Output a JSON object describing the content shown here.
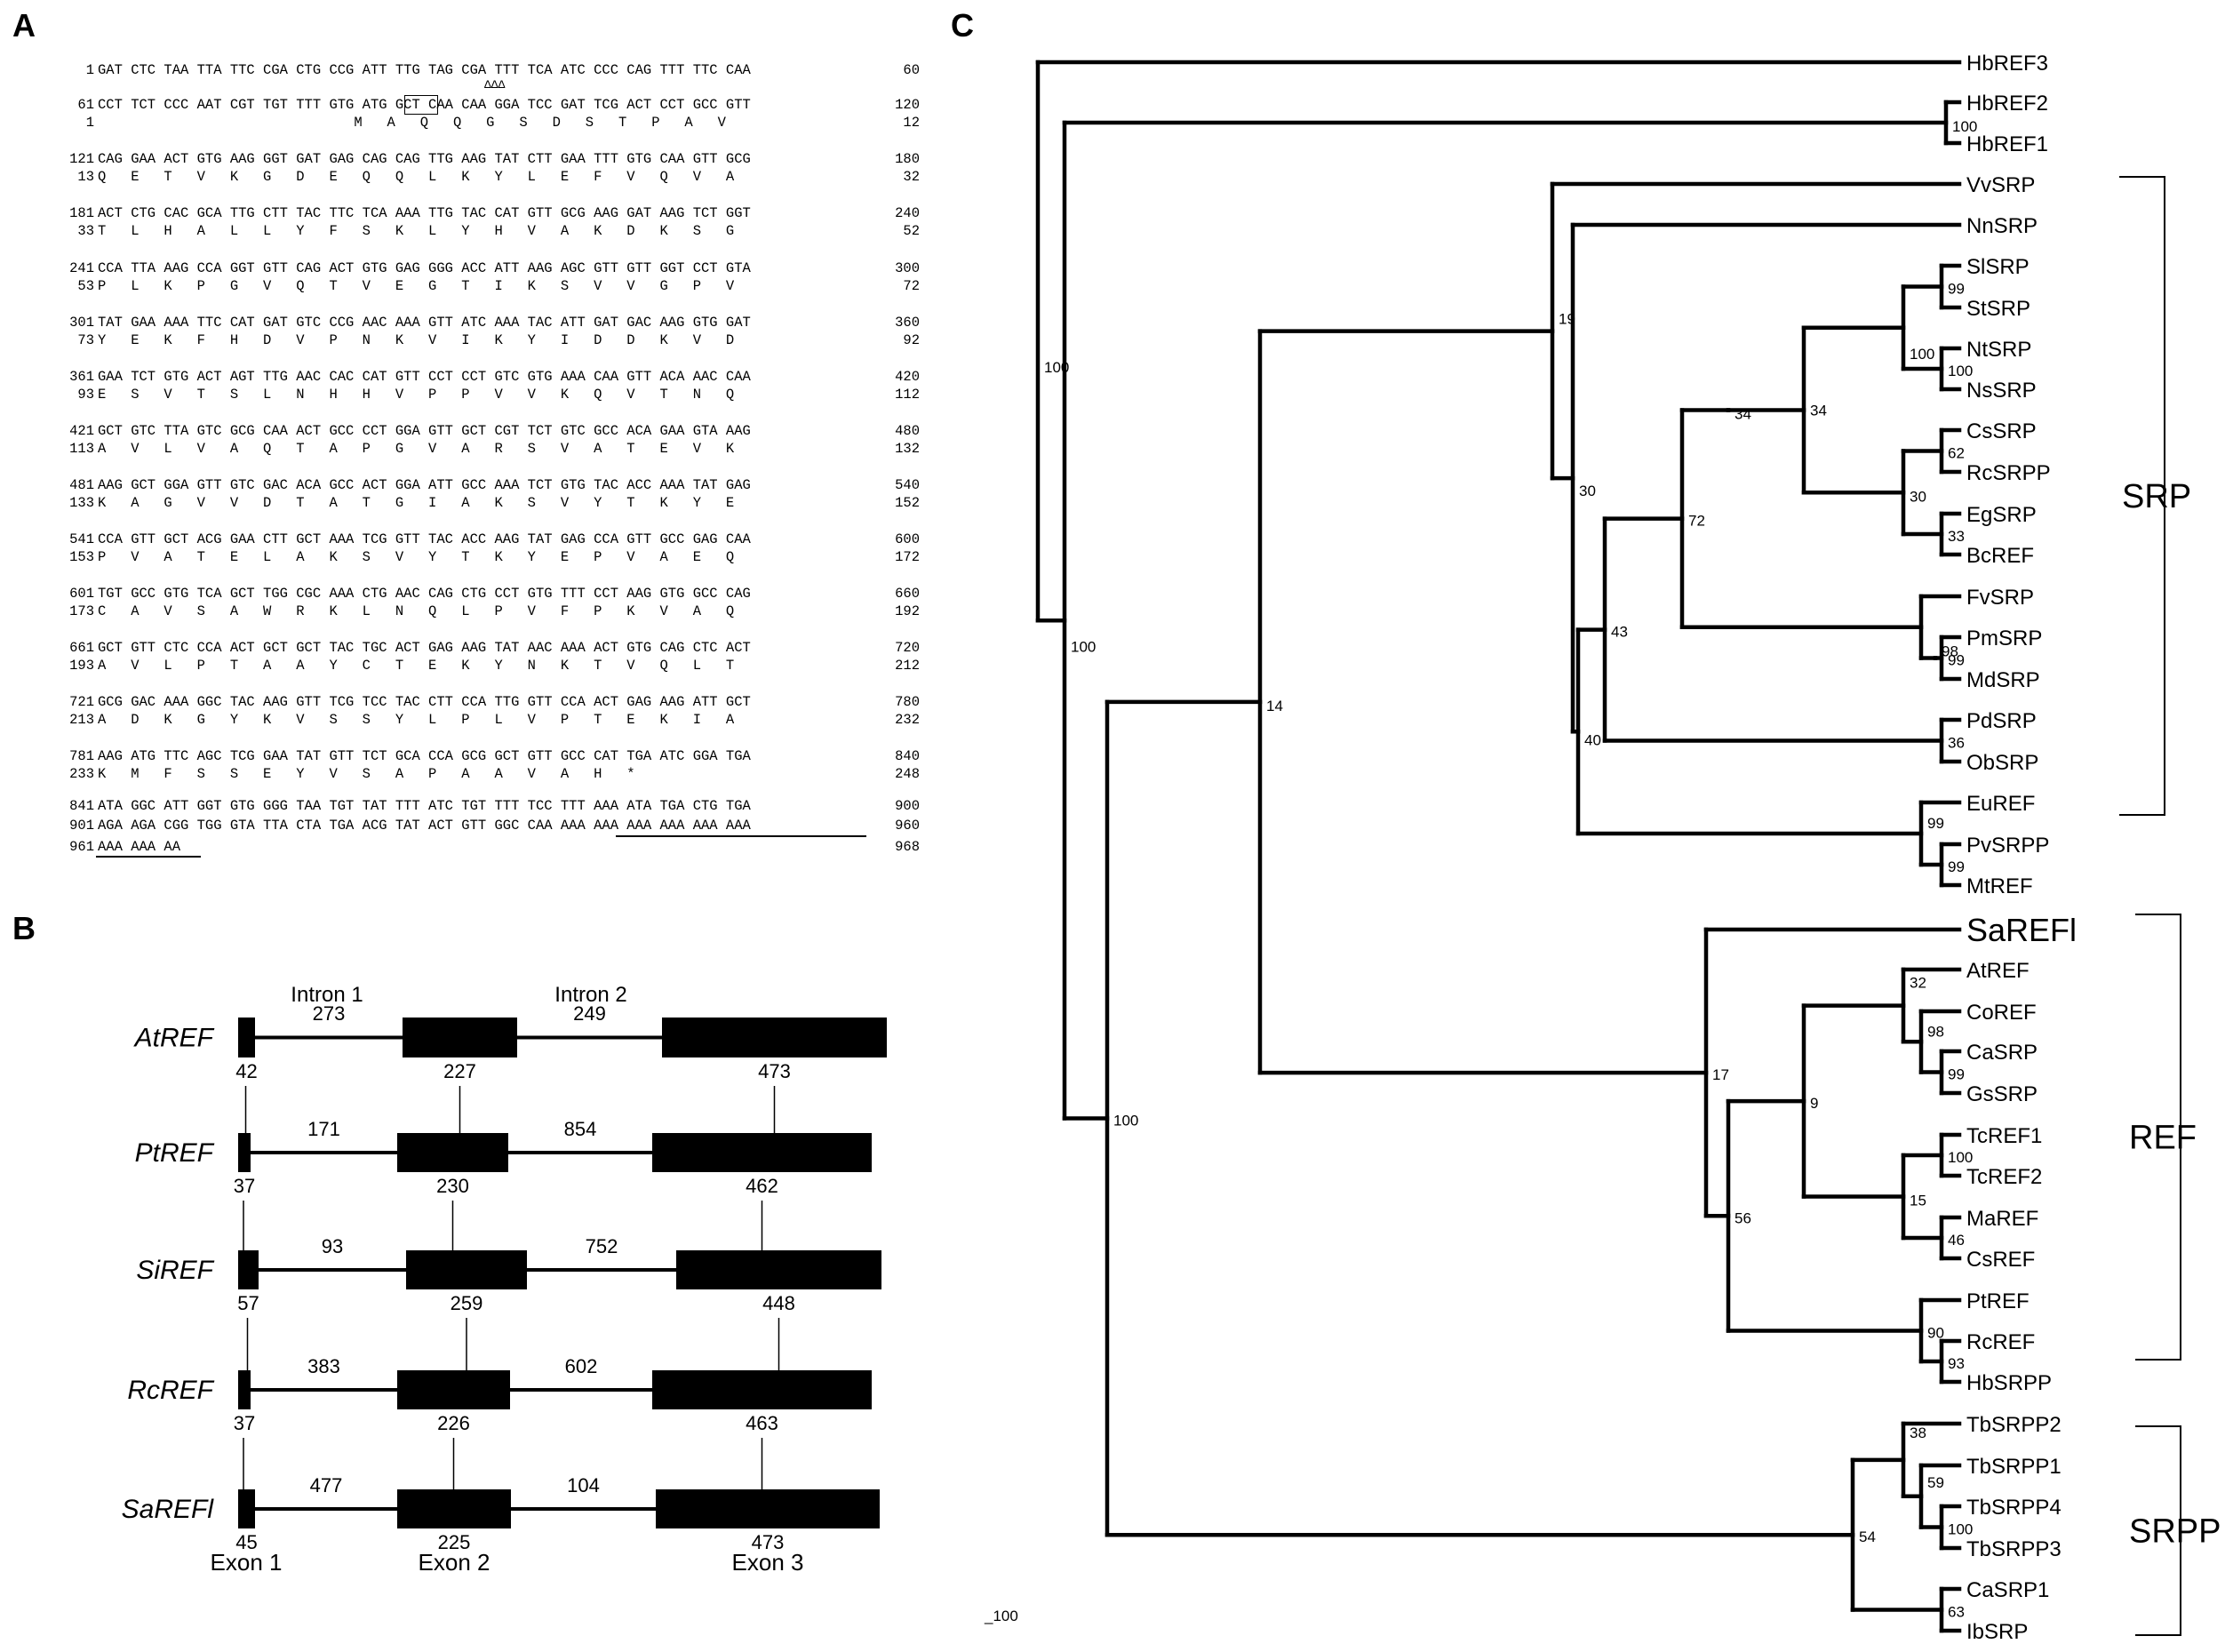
{
  "panels": {
    "a": "A",
    "b": "B",
    "c": "C"
  },
  "panel_a": {
    "rows": [
      {
        "nt_start": "1",
        "nt_seq": "GAT CTC TAA TTA TTC CGA CTG CCG ATT TTG TAG CGA TTT TCA ATC CCC CAG TTT TTC CAA",
        "nt_end": "60",
        "aa_start": "",
        "aa_seq": "",
        "aa_end": "",
        "mark": "ΔΔΔ"
      },
      {
        "nt_start": "61",
        "nt_seq": "CCT TCT CCC AAT CGT TGT TTT GTG ATG GCT CAA CAA GGA TCC GAT TCG ACT CCT GCC GTT",
        "nt_end": "120",
        "aa_start": "1",
        "aa_seq": "                               M   A   Q   Q   G   S   D   S   T   P   A   V",
        "aa_end": "12"
      },
      {
        "nt_start": "121",
        "nt_seq": "CAG GAA ACT GTG AAG GGT GAT GAG CAG CAG TTG AAG TAT CTT GAA TTT GTG CAA GTT GCG",
        "nt_end": "180",
        "aa_start": "13",
        "aa_seq": "Q   E   T   V   K   G   D   E   Q   Q   L   K   Y   L   E   F   V   Q   V   A",
        "aa_end": "32"
      },
      {
        "nt_start": "181",
        "nt_seq": "ACT CTG CAC GCA TTG CTT TAC TTC TCA AAA TTG TAC CAT GTT GCG AAG GAT AAG TCT GGT",
        "nt_end": "240",
        "aa_start": "33",
        "aa_seq": "T   L   H   A   L   L   Y   F   S   K   L   Y   H   V   A   K   D   K   S   G",
        "aa_end": "52"
      },
      {
        "nt_start": "241",
        "nt_seq": "CCA TTA AAG CCA GGT GTT CAG ACT GTG GAG GGG ACC ATT AAG AGC GTT GTT GGT CCT GTA",
        "nt_end": "300",
        "aa_start": "53",
        "aa_seq": "P   L   K   P   G   V   Q   T   V   E   G   T   I   K   S   V   V   G   P   V",
        "aa_end": "72"
      },
      {
        "nt_start": "301",
        "nt_seq": "TAT GAA AAA TTC CAT GAT GTC CCG AAC AAA GTT ATC AAA TAC ATT GAT GAC AAG GTG GAT",
        "nt_end": "360",
        "aa_start": "73",
        "aa_seq": "Y   E   K   F   H   D   V   P   N   K   V   I   K   Y   I   D   D   K   V   D",
        "aa_end": "92"
      },
      {
        "nt_start": "361",
        "nt_seq": "GAA TCT GTG ACT AGT TTG AAC CAC CAT GTT CCT CCT GTC GTG AAA CAA GTT ACA AAC CAA",
        "nt_end": "420",
        "aa_start": "93",
        "aa_seq": "E   S   V   T   S   L   N   H   H   V   P   P   V   V   K   Q   V   T   N   Q",
        "aa_end": "112"
      },
      {
        "nt_start": "421",
        "nt_seq": "GCT GTC TTA GTC GCG CAA ACT GCC CCT GGA GTT GCT CGT TCT GTC GCC ACA GAA GTA AAG",
        "nt_end": "480",
        "aa_start": "113",
        "aa_seq": "A   V   L   V   A   Q   T   A   P   G   V   A   R   S   V   A   T   E   V   K",
        "aa_end": "132"
      },
      {
        "nt_start": "481",
        "nt_seq": "AAG GCT GGA GTT GTC GAC ACA GCC ACT GGA ATT GCC AAA TCT GTG TAC ACC AAA TAT GAG",
        "nt_end": "540",
        "aa_start": "133",
        "aa_seq": "K   A   G   V   V   D   T   A   T   G   I   A   K   S   V   Y   T   K   Y   E",
        "aa_end": "152"
      },
      {
        "nt_start": "541",
        "nt_seq": "CCA GTT GCT ACG GAA CTT GCT AAA TCG GTT TAC ACC AAG TAT GAG CCA GTT GCC GAG CAA",
        "nt_end": "600",
        "aa_start": "153",
        "aa_seq": "P   V   A   T   E   L   A   K   S   V   Y   T   K   Y   E   P   V   A   E   Q",
        "aa_end": "172"
      },
      {
        "nt_start": "601",
        "nt_seq": "TGT GCC GTG TCA GCT TGG CGC AAA CTG AAC CAG CTG CCT GTG TTT CCT AAG GTG GCC CAG",
        "nt_end": "660",
        "aa_start": "173",
        "aa_seq": "C   A   V   S   A   W   R   K   L   N   Q   L   P   V   F   P   K   V   A   Q",
        "aa_end": "192"
      },
      {
        "nt_start": "661",
        "nt_seq": "GCT GTT CTC CCA ACT GCT GCT TAC TGC ACT GAG AAG TAT AAC AAA ACT GTG CAG CTC ACT",
        "nt_end": "720",
        "aa_start": "193",
        "aa_seq": "A   V   L   P   T   A   A   Y   C   T   E   K   Y   N   K   T   V   Q   L   T",
        "aa_end": "212"
      },
      {
        "nt_start": "721",
        "nt_seq": "GCG GAC AAA GGC TAC AAG GTT TCG TCC TAC CTT CCA TTG GTT CCA ACT GAG AAG ATT GCT",
        "nt_end": "780",
        "aa_start": "213",
        "aa_seq": "A   D   K   G   Y   K   V   S   S   Y   L   P   L   V   P   T   E   K   I   A",
        "aa_end": "232"
      },
      {
        "nt_start": "781",
        "nt_seq": "AAG ATG TTC AGC TCG GAA TAT GTT TCT GCA CCA GCG GCT GTT GCC CAT TGA ATC GGA TGA",
        "nt_end": "840",
        "aa_start": "233",
        "aa_seq": "K   M   F   S   S   E   Y   V   S   A   P   A   A   V   A   H   *",
        "aa_end": "248"
      },
      {
        "nt_start": "841",
        "nt_seq": "ATA GGC ATT GGT GTG GGG TAA TGT TAT TTT ATC TGT TTT TCC TTT AAA ATA TGA CTG TGA",
        "nt_end": "900",
        "aa_start": "",
        "aa_seq": "",
        "aa_end": ""
      },
      {
        "nt_start": "901",
        "nt_seq": "AGA AGA CGG TGG GTA TTA CTA TGA ACG TAT ACT GTT GGC CAA AAA AAA AAA AAA AAA AAA",
        "nt_end": "960",
        "aa_start": "",
        "aa_seq": "",
        "aa_end": ""
      },
      {
        "nt_start": "961",
        "nt_seq": "AAA AAA AA",
        "nt_end": "968",
        "aa_start": "",
        "aa_seq": "",
        "aa_end": ""
      }
    ]
  },
  "panel_b": {
    "intron_labels": [
      "Intron 1",
      "Intron 2"
    ],
    "exon_labels": [
      "Exon 1",
      "Exon 2",
      "Exon 3"
    ],
    "genes": [
      {
        "name": "AtREF",
        "exon1": "42",
        "intron1": "273",
        "exon2": "227",
        "intron2": "249",
        "exon3": "473"
      },
      {
        "name": "PtREF",
        "exon1": "37",
        "intron1": "171",
        "exon2": "230",
        "intron2": "854",
        "exon3": "462"
      },
      {
        "name": "SiREF",
        "exon1": "57",
        "intron1": "93",
        "exon2": "259",
        "intron2": "752",
        "exon3": "448"
      },
      {
        "name": "RcREF",
        "exon1": "37",
        "intron1": "383",
        "exon2": "226",
        "intron2": "602",
        "exon3": "463"
      },
      {
        "name": "SaREFl",
        "exon1": "45",
        "intron1": "477",
        "exon2": "225",
        "intron2": "104",
        "exon3": "473"
      }
    ]
  },
  "panel_c": {
    "leaves": [
      "HbREF3",
      "HbREF2",
      "HbREF1",
      "VvSRP",
      "NnSRP",
      "SlSRP",
      "StSRP",
      "NtSRP",
      "NsSRP",
      "CsSRP",
      "RcSRPP",
      "EgSRP",
      "BcREF",
      "FvSRP",
      "PmSRP",
      "MdSRP",
      "PdSRP",
      "ObSRP",
      "EuREF",
      "PvSRPP",
      "MtREF",
      "SaREFl",
      "AtREF",
      "CoREF",
      "CaSRP",
      "GsSRP",
      "TcREF1",
      "TcREF2",
      "MaREF",
      "CsREF",
      "PtREF",
      "RcREF",
      "HbSRPP",
      "TbSRPP2",
      "TbSRPP1",
      "TbSRPP4",
      "TbSRPP3",
      "CaSRP1",
      "IbSRP"
    ],
    "bootstrap": [
      "100",
      "100",
      "100",
      "14",
      "19",
      "30",
      "40",
      "43",
      "72",
      "34",
      "100",
      "99",
      "100",
      "30",
      "62",
      "33",
      "98",
      "99",
      "36",
      "99",
      "99",
      "17",
      "56",
      "9",
      "32",
      "98",
      "99",
      "15",
      "100",
      "46",
      "90",
      "93",
      "54",
      "38",
      "59",
      "100",
      "63"
    ],
    "groups": [
      "SRP",
      "REF",
      "SRPP"
    ],
    "scale_label": "_100"
  }
}
